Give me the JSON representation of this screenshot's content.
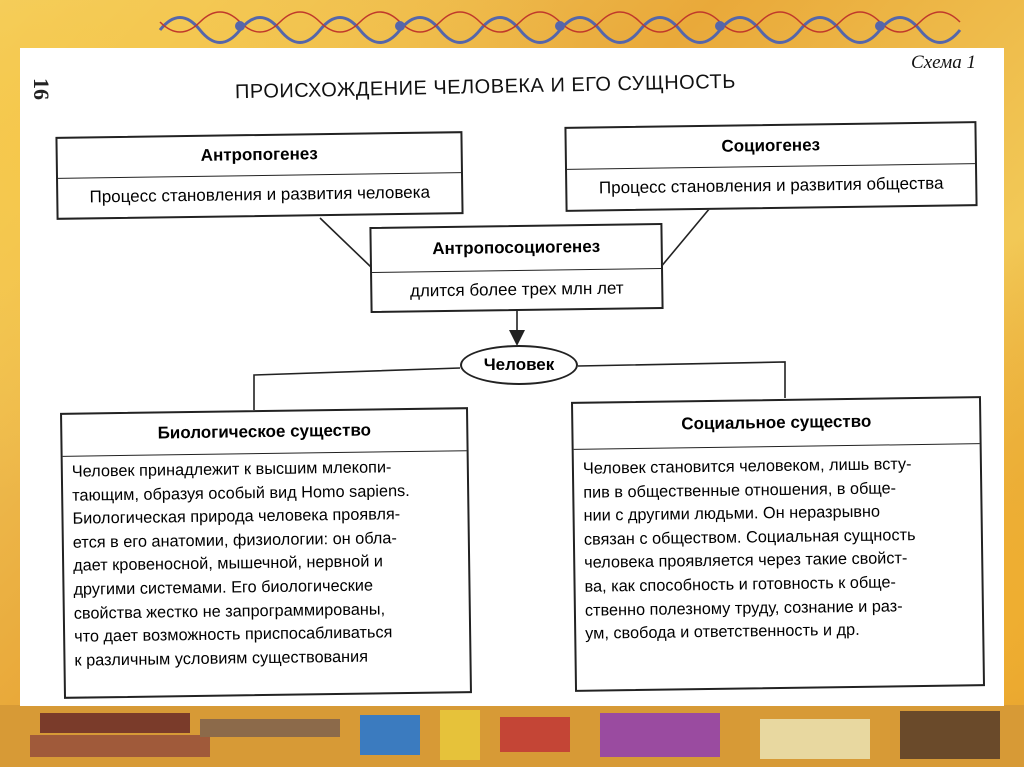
{
  "header": {
    "page_number": "16",
    "schema_label": "Схема 1",
    "title": "ПРОИСХОЖДЕНИЕ ЧЕЛОВЕКА И ЕГО СУЩНОСТЬ"
  },
  "nodes": {
    "anthropogenesis": {
      "title": "Антропогенез",
      "description": "Процесс становления  и развития человека"
    },
    "sociogenesis": {
      "title": "Социогенез",
      "description": "Процесс становления и развития общества"
    },
    "anthroposociogenesis": {
      "title": "Антропосоциогенез",
      "description": "длится более трех млн лет"
    },
    "person": {
      "label": "Человек"
    },
    "biological_being": {
      "title": "Биологическое существо",
      "lines": [
        "Человек принадлежит к высшим млекопи-",
        "тающим, образуя особый вид Homo sapiens.",
        "Биологическая природа человека проявля-",
        "ется в его анатомии, физиологии: он обла-",
        "дает кровеносной, мышечной, нервной и",
        "другими системами. Его биологические",
        "свойства жестко не запрограммированы,",
        "что дает возможность приспосабливаться",
        "к различным условиям существования"
      ]
    },
    "social_being": {
      "title": "Социальное существо",
      "lines": [
        "Человек становится человеком, лишь всту-",
        "пив в общественные отношения, в обще-",
        "нии с другими людьми. Он неразрывно",
        "связан с обществом. Социальная сущность",
        "человека проявляется через такие свойст-",
        "ва, как способность и готовность к обще-",
        "ственно полезному труду, сознание и раз-",
        "ум, свобода и ответственность и др."
      ]
    }
  },
  "colors": {
    "background_gold": "#e9a93a",
    "ornament_blue": "#5b6fb0",
    "ink": "#111111"
  }
}
